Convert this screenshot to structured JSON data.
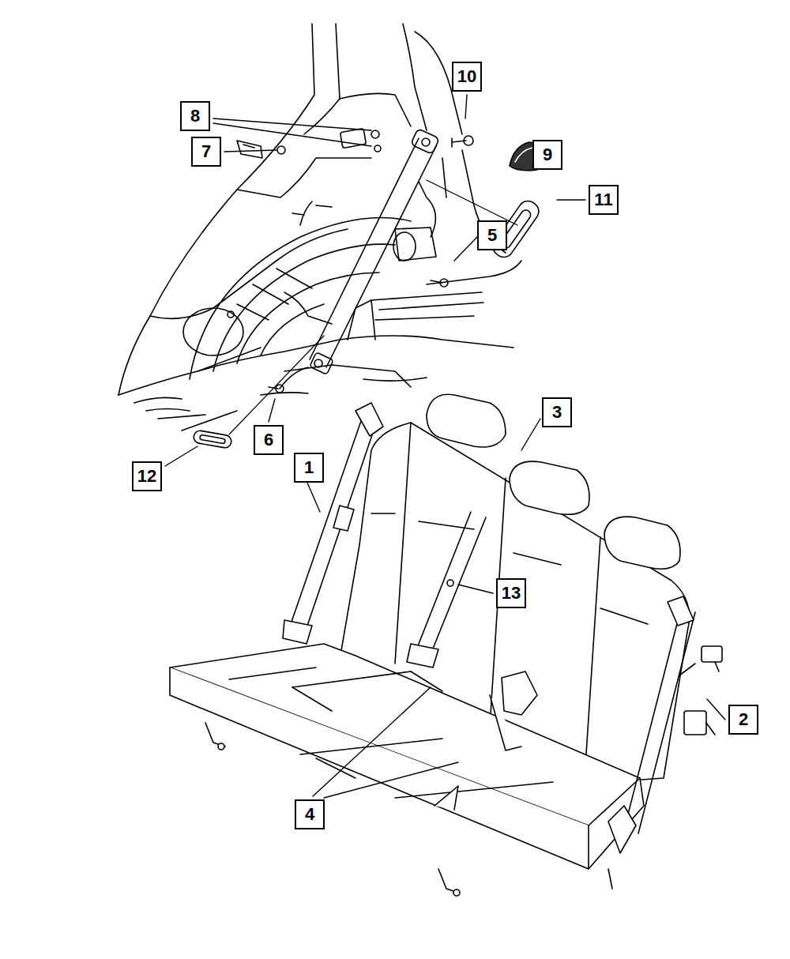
{
  "diagram": {
    "nodes": [
      {
        "text": [
          "10"
        ]
      },
      {
        "text": [
          "8"
        ]
      },
      {
        "text": [
          "7"
        ]
      },
      {
        "text": [
          "9"
        ]
      },
      {
        "text": [
          "11"
        ]
      },
      {
        "text": [
          "5"
        ]
      },
      {
        "text": [
          "3"
        ]
      },
      {
        "text": [
          "6"
        ]
      },
      {
        "text": [
          "1"
        ]
      },
      {
        "text": [
          "12"
        ]
      },
      {
        "text": [
          "13"
        ]
      },
      {
        "text": [
          "2"
        ]
      },
      {
        "text": [
          "4"
        ]
      }
    ]
  }
}
